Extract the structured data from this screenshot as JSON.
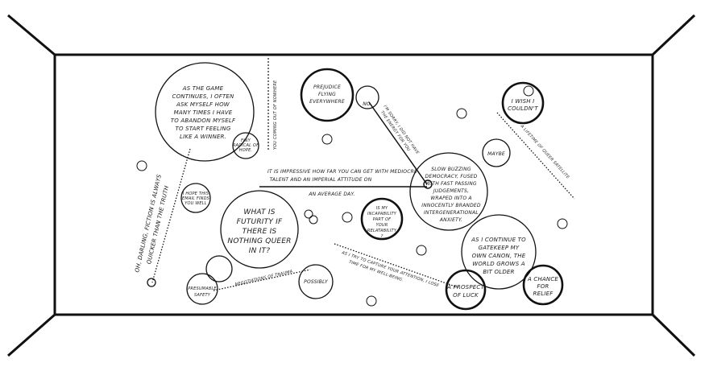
{
  "texts": {
    "game": [
      "AS THE GAME",
      "CONTINUES, I OFTEN",
      "ASK MYSELF HOW",
      "MANY TIMES I HAVE",
      "TO ABANDON MYSELF",
      "TO START FEELING",
      "LIKE A WINNER."
    ],
    "radical": [
      "FINY",
      "RADICAL OF",
      "HOPE."
    ],
    "nowhere": "YOU COMING OUT OF NOWHERE",
    "prejudice": [
      "PREJUDICE",
      "FLYING",
      "EVERYWHERE"
    ],
    "no": "NO",
    "sorry": [
      "I'M SORRY, I DID NOT HAVE",
      "THE ENERGY FOR YOU"
    ],
    "wish": [
      "I WISH I",
      "COULDN'T"
    ],
    "satellite": "A LIFETIME OF QUEER SATELLITE",
    "maybe": "MAYBE",
    "fiction": [
      "OH, DARLING, FICTION IS ALWAYS",
      "QUICKER THAN THE TRUTH"
    ],
    "impressive": [
      "IT IS IMPRESSIVE HOW FAR YOU CAN GET WITH  MEDIOCRE",
      "TALENT AND AN IMPERIAL ATTITUDE ON",
      "AN AVERAGE DAY."
    ],
    "democracy": [
      "SLOW BUZZING",
      "DEMOCRACY, FUSED",
      "WITH FAST PASSING",
      "JUDGEMENTS,",
      "WRAPED INTO A",
      "INNOCENTLY BRANDED",
      "INTERGENERATIONAL",
      "ANXIETY."
    ],
    "hope": [
      "I HOPE THIS",
      "EMAIL FINDS",
      "YOU WELL"
    ],
    "futurity": [
      "WHAT IS",
      "FUTURITY IF",
      "THERE IS",
      "NOTHING QUEER",
      "IN IT?"
    ],
    "incapability": [
      "IS MY",
      "INCAPABILITY",
      "PART OF",
      "YOUR",
      "RELATABILITY",
      "?"
    ],
    "canon": [
      "AS I CONTINUE TO",
      "GATEKEEP MY",
      "OWN CANON, THE",
      "WORLD GROWS A",
      "BIT OLDER"
    ],
    "attention": [
      "AS I TRY TO CAPTURE YOUR ATTENTION, I LOSE",
      "TIME FOR MY WELL-BEING."
    ],
    "trauma": "NEGOTIATIONS OF TRAUMA",
    "safety": [
      "PRESUMABLE",
      "SAFETY"
    ],
    "possibly": "POSSIBLY",
    "luck": [
      "A PROSPECT",
      "OF LUCK"
    ],
    "relief": [
      "A CHANCE",
      "FOR",
      "RELIEF"
    ]
  }
}
